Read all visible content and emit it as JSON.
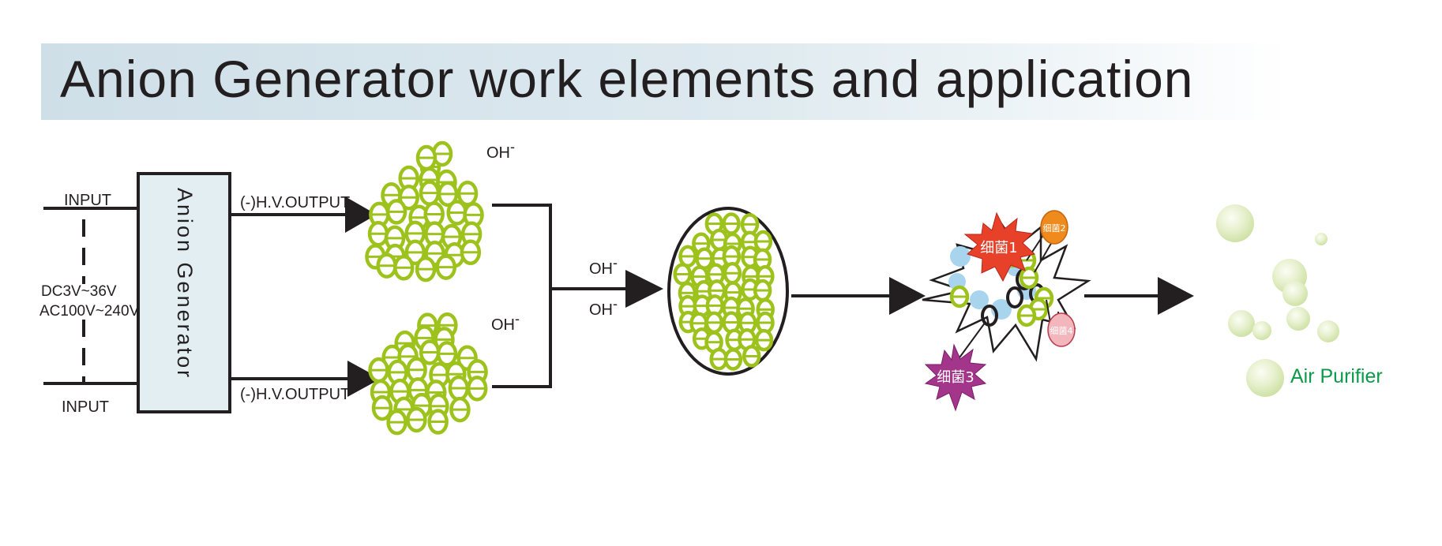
{
  "title": "Anion Generator work elements and application",
  "generator": {
    "label": "Anion Generator",
    "input_top": "INPUT",
    "input_bottom": "INPUT",
    "voltage_dc": "DC3V~36V",
    "voltage_ac": "AC100V~240V"
  },
  "outputs": {
    "top": "(-)H.V.OUTPUT",
    "bottom": "(-)H.V.OUTPUT"
  },
  "ions": {
    "cluster_top": "OH",
    "cluster_bottom": "OH",
    "merge_top": "OH",
    "merge_bottom": "OH",
    "charge": "-",
    "particle_symbol": "θ"
  },
  "bacteria": {
    "b1": "细菌1",
    "b2": "细菌2",
    "b3": "细菌3",
    "b4": "细菌4"
  },
  "result": {
    "label": "Air Purifier"
  },
  "colors": {
    "ion": "#9dc21c",
    "line": "#231f20",
    "bacteria1": "#e8412a",
    "bacteria2": "#ef8a1c",
    "bacteria3": "#a3358b",
    "bacteria4": "#f3b6bd",
    "bubble": "#dcebc2",
    "result_text": "#0c9a4a"
  }
}
